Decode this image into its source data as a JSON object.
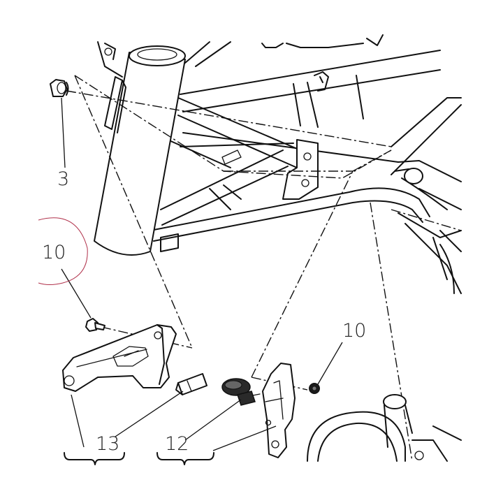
{
  "diagram": {
    "callouts": [
      {
        "id": "nut-upper",
        "label": "3"
      },
      {
        "id": "bolt-left",
        "label": "10"
      },
      {
        "id": "nut-right",
        "label": "10"
      },
      {
        "id": "bracket-left",
        "label": "13"
      },
      {
        "id": "bracket-right",
        "label": "12"
      }
    ],
    "colors": {
      "line": "#111111",
      "background": "#ffffff",
      "highlight_circle": "#b0304a"
    }
  }
}
